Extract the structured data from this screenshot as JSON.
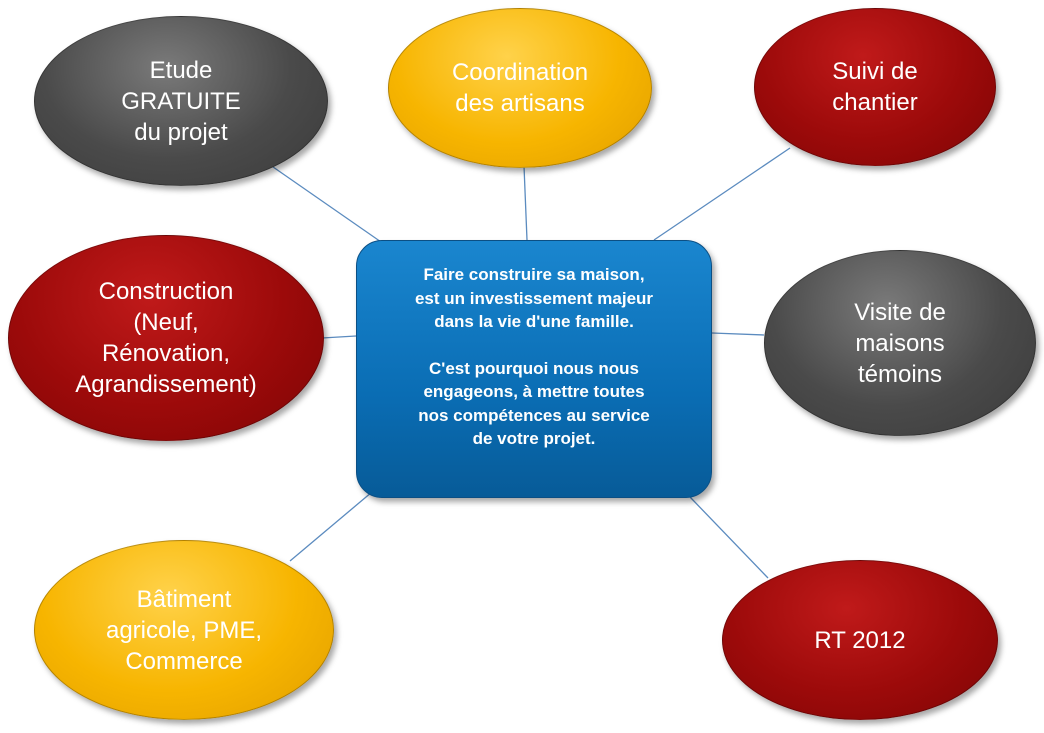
{
  "center": {
    "paragraph_1": "Faire construire sa maison,\nest un investissement majeur\ndans la vie d'une famille.",
    "paragraph_2": "C'est pourquoi nous nous\nengageons, à mettre toutes\nnos compétences au service\nde votre projet."
  },
  "nodes": [
    {
      "id": "etude",
      "label": "Etude\nGRATUITE\n du projet",
      "color": "#4a4a4a"
    },
    {
      "id": "coordination",
      "label": "Coordination\ndes artisans",
      "color": "#f7b500"
    },
    {
      "id": "suivi",
      "label": "Suivi de\nchantier",
      "color": "#9c0a0a"
    },
    {
      "id": "construction",
      "label": "Construction\n(Neuf,\nRénovation,\nAgrandissement)",
      "color": "#9c0a0a"
    },
    {
      "id": "visite",
      "label": "Visite de\nmaisons\ntémoins",
      "color": "#4a4a4a"
    },
    {
      "id": "batiment",
      "label": "Bâtiment\nagricole,  PME,\nCommerce",
      "color": "#f7b500"
    },
    {
      "id": "rt2012",
      "label": "RT 2012",
      "color": "#9c0a0a"
    }
  ],
  "connector_color": "#5b8bbf"
}
